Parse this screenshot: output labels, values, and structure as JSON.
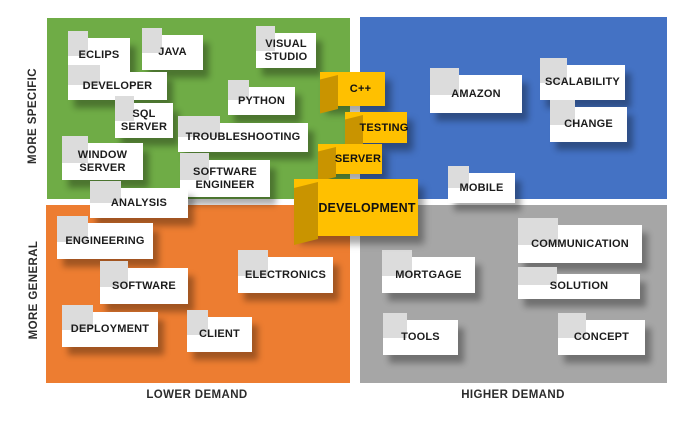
{
  "diagram": {
    "type": "quadrant-keyword-map",
    "axis": {
      "left_top": "MORE SPECIFIC",
      "left_bottom": "MORE GENERAL",
      "bottom_left": "LOWER DEMAND",
      "bottom_right": "HIGHER DEMAND"
    },
    "colors": {
      "quad_top_left": "#6FAC46",
      "quad_top_right": "#4472C4",
      "quad_bottom_left": "#ED7D31",
      "quad_bottom_right": "#A6A6A6",
      "highlight_front": "#FFC000",
      "highlight_side": "#C99400",
      "tag_background": "#FFFFFF",
      "tag_fold": "#DCDCDC"
    },
    "quadrants": {
      "top_left": {
        "position": "more specific / lower demand",
        "items": [
          "ECLIPS",
          "JAVA",
          "DEVELOPER",
          "VISUAL STUDIO",
          "SQL SERVER",
          "PYTHON",
          "TROUBLESHOOTING",
          "WINDOW SERVER",
          "SOFTWARE ENGINEER",
          "ANALYSIS"
        ]
      },
      "top_right": {
        "position": "more specific / higher demand",
        "items": [
          "AMAZON",
          "SCALABILITY",
          "CHANGE",
          "MOBILE"
        ]
      },
      "bottom_left": {
        "position": "more general / lower demand",
        "items": [
          "ENGINEERING",
          "SOFTWARE",
          "DEPLOYMENT",
          "CLIENT",
          "ELECTRONICS"
        ]
      },
      "bottom_right": {
        "position": "more general / higher demand",
        "items": [
          "MORTGAGE",
          "COMMUNICATION",
          "SOLUTION",
          "TOOLS",
          "CONCEPT"
        ]
      }
    },
    "highlights": {
      "description": "gold 3D boxes at quadrant center",
      "items": [
        "C++",
        "TESTING",
        "SERVER",
        "DEVELOPMENT"
      ]
    }
  }
}
